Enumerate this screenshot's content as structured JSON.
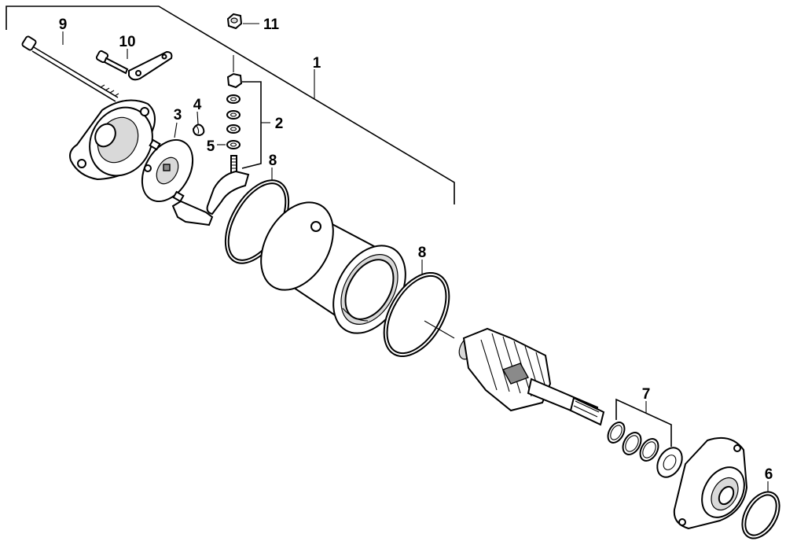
{
  "diagram": {
    "callouts": [
      "1",
      "2",
      "3",
      "4",
      "5",
      "6",
      "7",
      "8",
      "8",
      "9",
      "10",
      "11"
    ]
  }
}
